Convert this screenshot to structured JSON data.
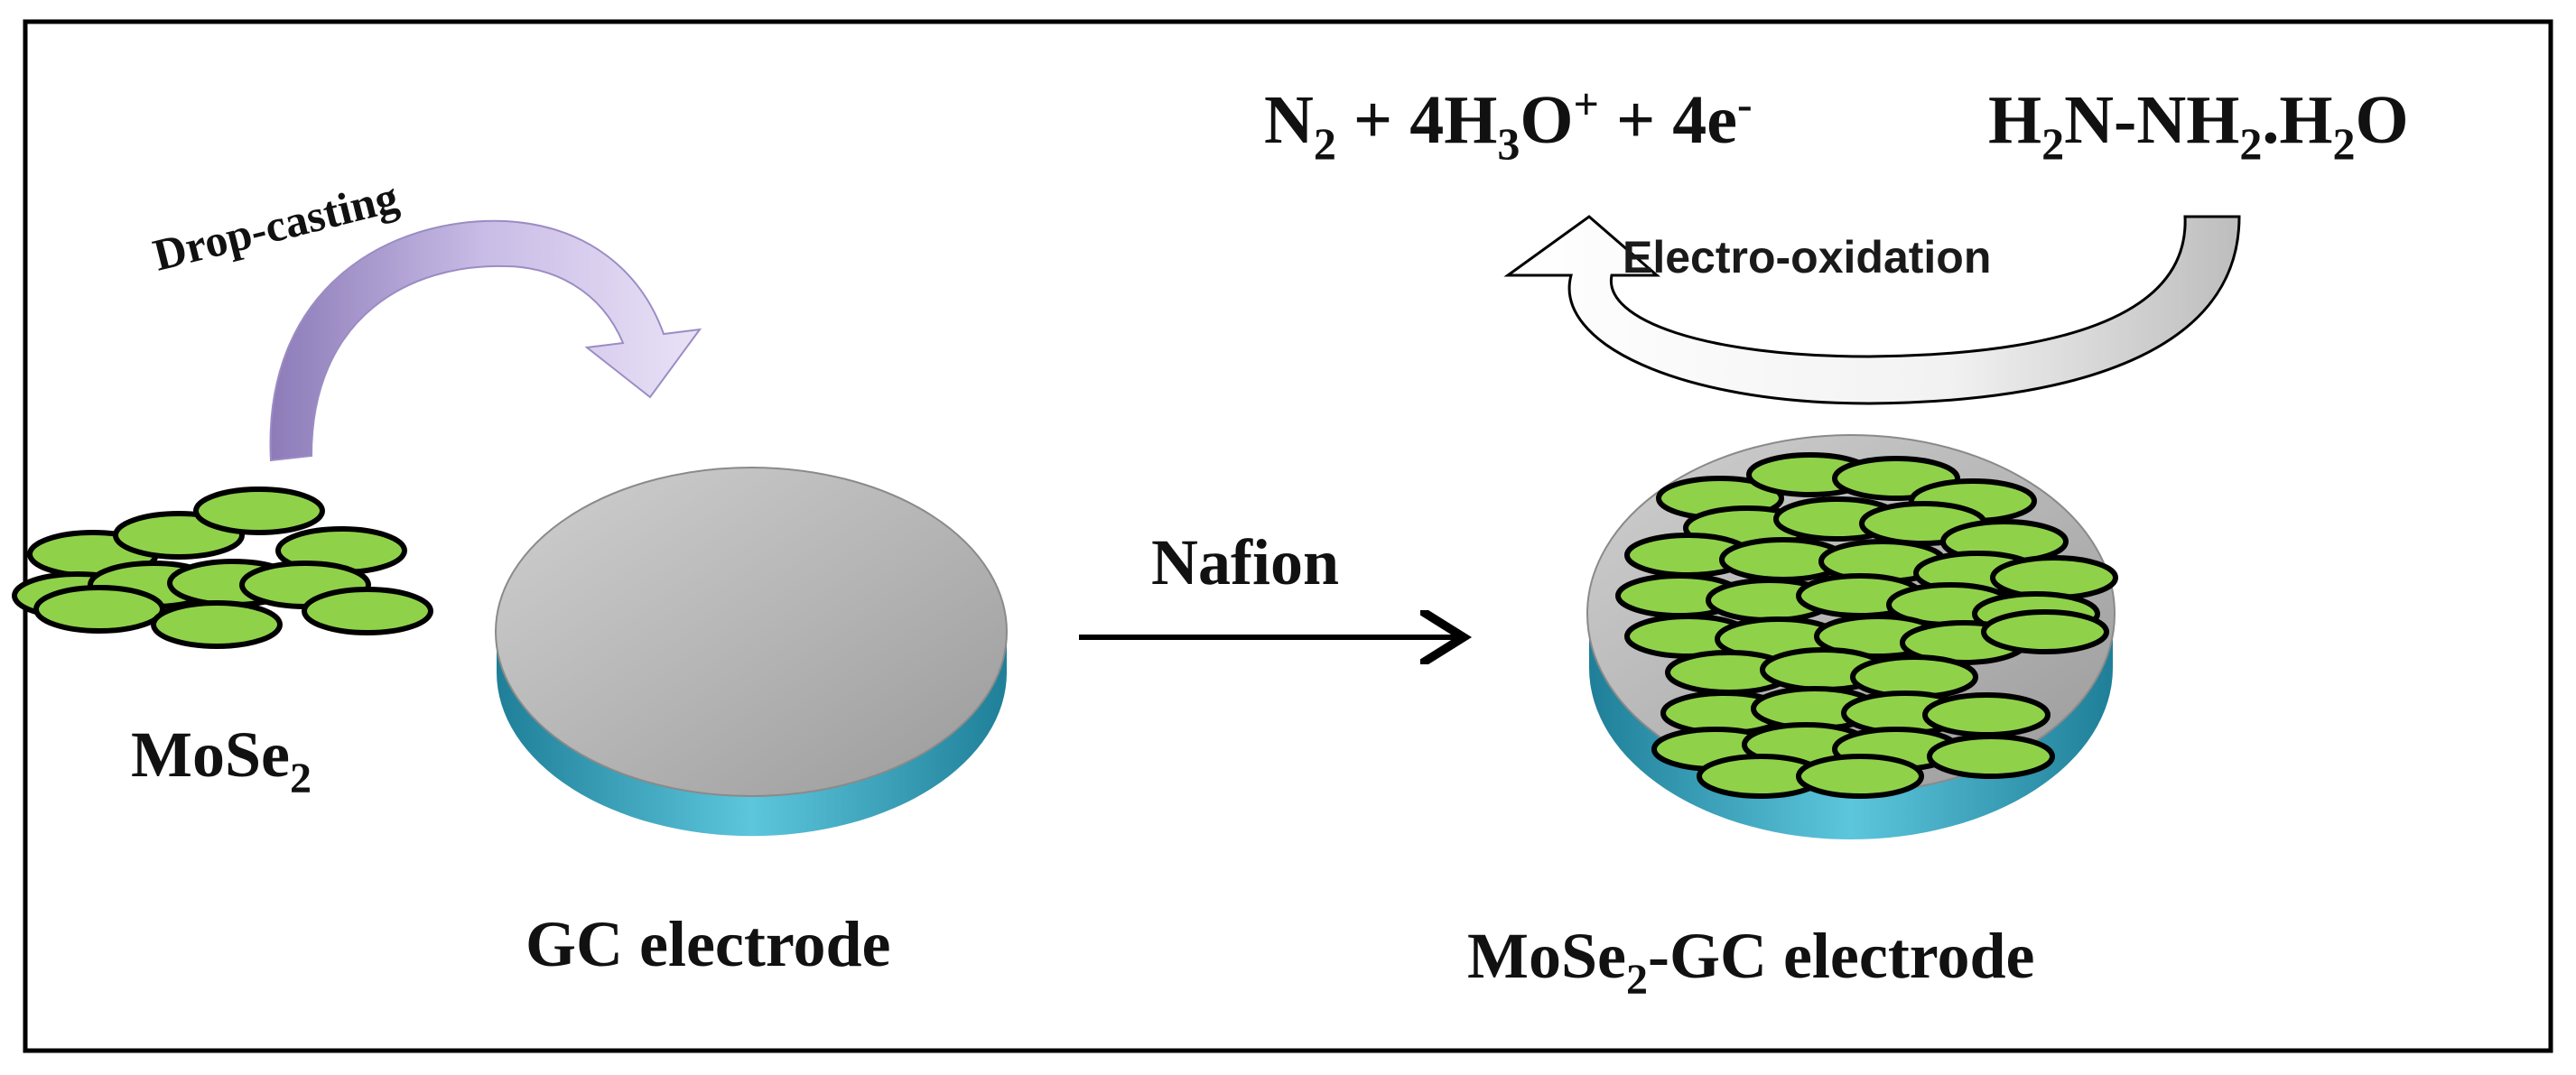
{
  "labels": {
    "drop_casting": "Drop-casting",
    "mose2_base": "MoSe",
    "mose2_sub": "2",
    "gc_electrode": "GC electrode",
    "nafion": "Nafion",
    "mose2_gc_base": "MoSe",
    "mose2_gc_sub": "2",
    "mose2_gc_suffix": "-GC electrode",
    "electro_oxidation": "Electro-oxidation"
  },
  "equation_products": {
    "n": "N",
    "n_sub": "2",
    "plus1": " + 4H",
    "h_sub": "3",
    "o": "O",
    "o_sup": "+",
    "plus2": " + 4e",
    "e_sup": "-"
  },
  "equation_reactant": {
    "h": "H",
    "h_sub": "2",
    "mid": "N-NH",
    "nh_sub": "2",
    "dot": ".H",
    "h2_sub": "2",
    "o": "O"
  },
  "colors": {
    "flake_fill": "#8fd24a",
    "flake_stroke": "#000000",
    "disk_top": "#b4b4b4",
    "disk_side": "#3aa6bf",
    "drop_arrow": "#b4a2d6",
    "oxidation_arrow": "#d9d9d9",
    "frame": "#000000"
  }
}
